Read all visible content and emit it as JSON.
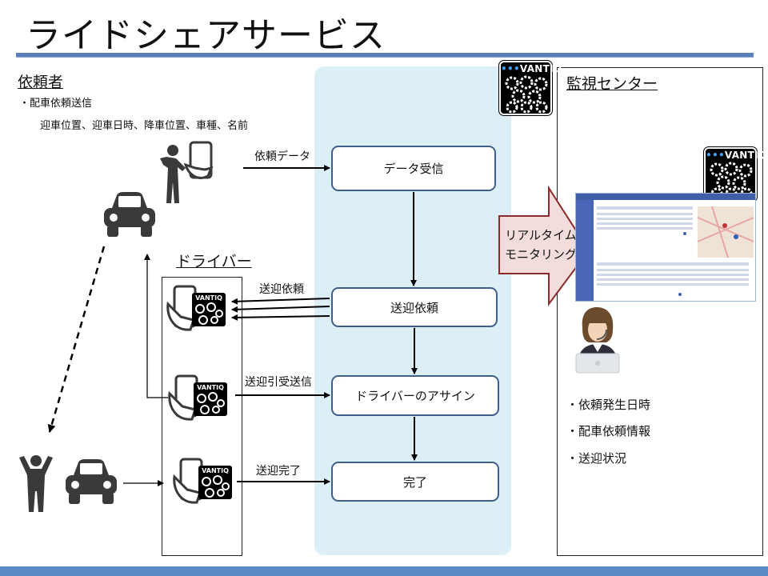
{
  "title": "ライドシェアサービス",
  "requester": {
    "heading": "依頼者",
    "bullet": "・配車依頼送信",
    "detail": "迎車位置、迎車日時、降車位置、車種、名前"
  },
  "driver": {
    "heading": "ドライバー"
  },
  "center": {
    "heading": "監視センター",
    "bullets": [
      "・依頼発生日時",
      "・配車依頼情報",
      "・送迎状況"
    ]
  },
  "flow": {
    "steps": [
      "データ受信",
      "送迎依頼",
      "ドライバーのアサイン",
      "完了"
    ]
  },
  "arrows": {
    "request_data": "依頼データ",
    "pickup_request": "送迎依頼",
    "pickup_accept": "送迎引受送信",
    "pickup_done": "送迎完了"
  },
  "monitoring": {
    "line1": "リアルタイム",
    "line2": "モニタリング"
  },
  "brand": {
    "name": "VANTIQ",
    "accent": "#3ea0ff"
  },
  "colors": {
    "bar": "#5b7fb8",
    "flow_bg": "#dceef6",
    "box_border": "#3e5f8c",
    "monitor_arrow_fill": "#f3dcdc",
    "monitor_arrow_stroke": "#8b2b2b"
  },
  "icons": [
    "person-with-phone-icon",
    "car-icon",
    "phone-vantiq-icon",
    "person-arms-up-icon",
    "operator-headset-icon",
    "dashboard-screen-icon"
  ]
}
